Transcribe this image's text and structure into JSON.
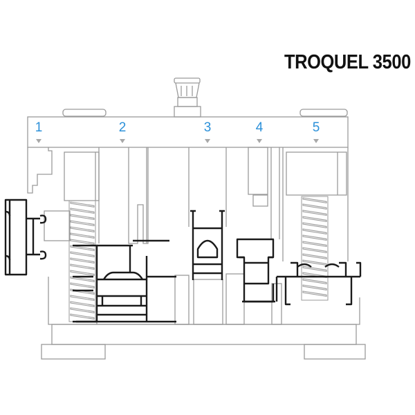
{
  "title": "TROQUEL 3500",
  "stations": [
    {
      "label": "1"
    },
    {
      "label": "2"
    },
    {
      "label": "3"
    },
    {
      "label": "4"
    },
    {
      "label": "5"
    }
  ],
  "colors": {
    "outline": "#9a9a9a",
    "profile": "#1a1a1a",
    "station_label": "#2b90d9",
    "marker": "#a8a8a8"
  }
}
